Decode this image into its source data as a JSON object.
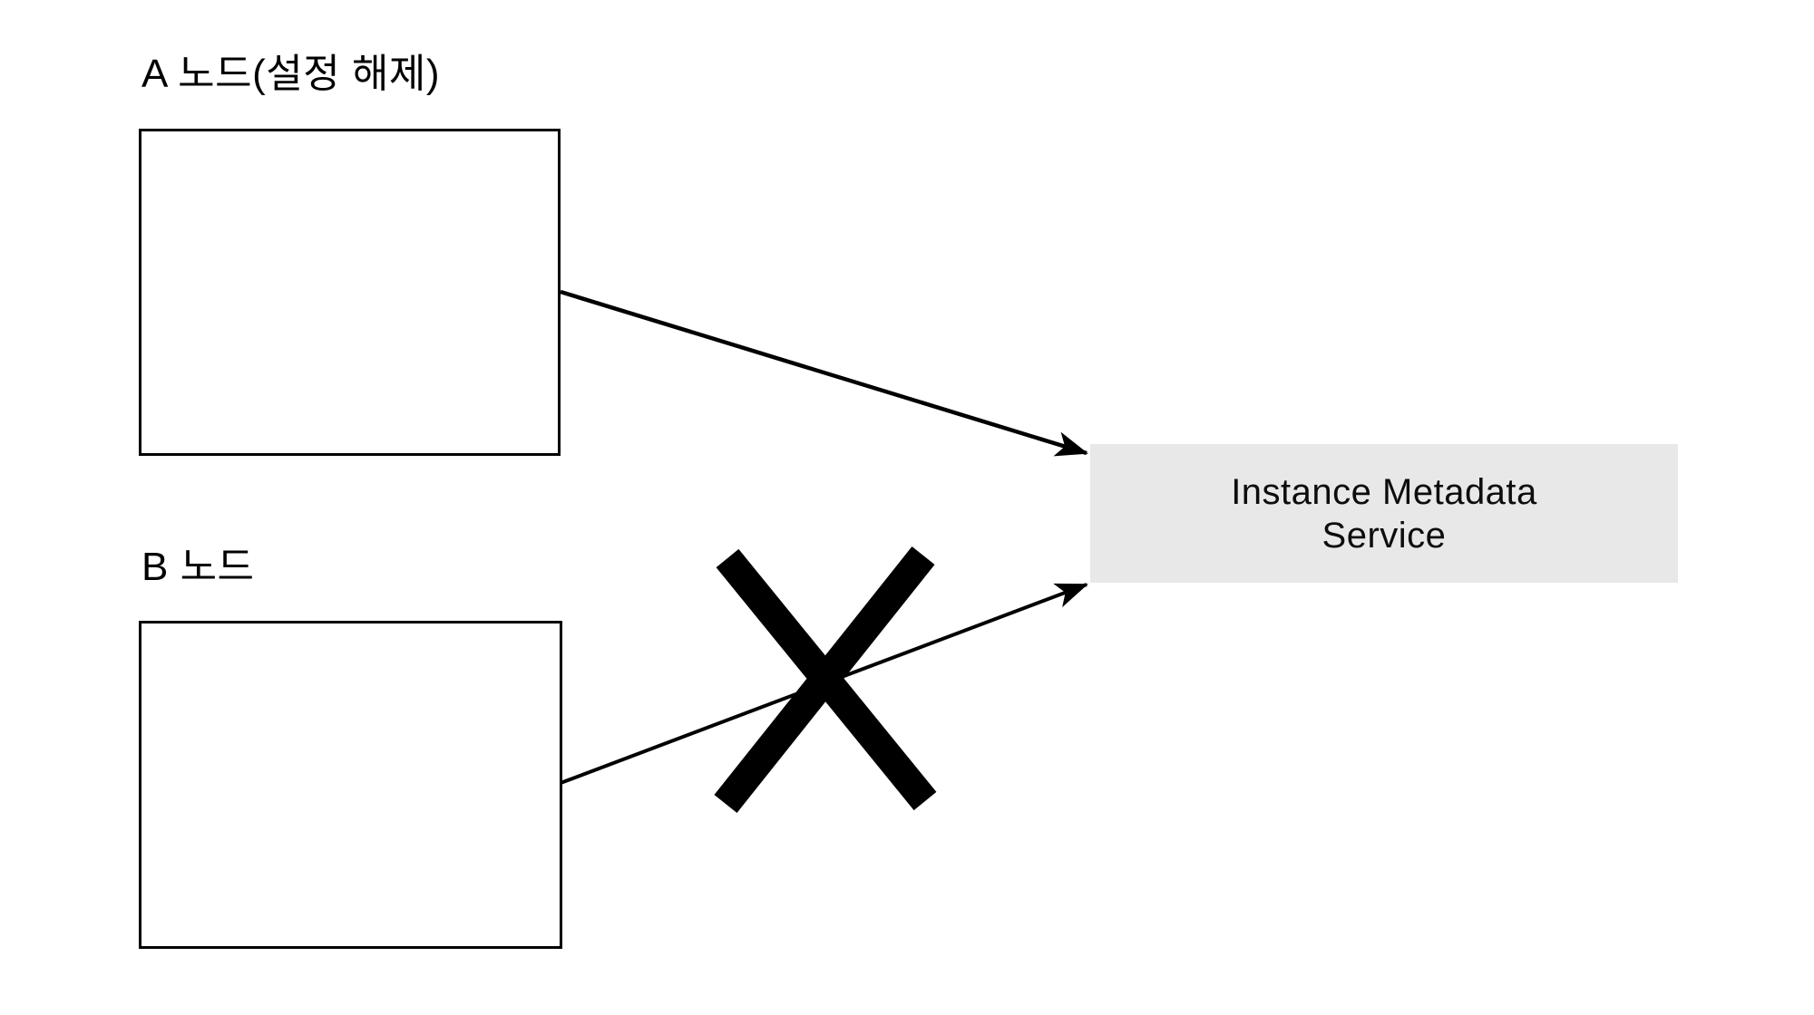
{
  "page": {
    "background": "#ffffff"
  },
  "nodes": {
    "node_a": {
      "label": "A 노드(설정 해제)"
    },
    "node_b": {
      "label": "B 노드"
    }
  },
  "service": {
    "label": "Instance Metadata Service",
    "fill": "#e8e8e8"
  },
  "connections": [
    {
      "from": "node_a",
      "to": "service",
      "status": "allowed"
    },
    {
      "from": "node_b",
      "to": "service",
      "status": "blocked"
    }
  ],
  "colors": {
    "stroke": "#000000",
    "text": "#000000"
  }
}
